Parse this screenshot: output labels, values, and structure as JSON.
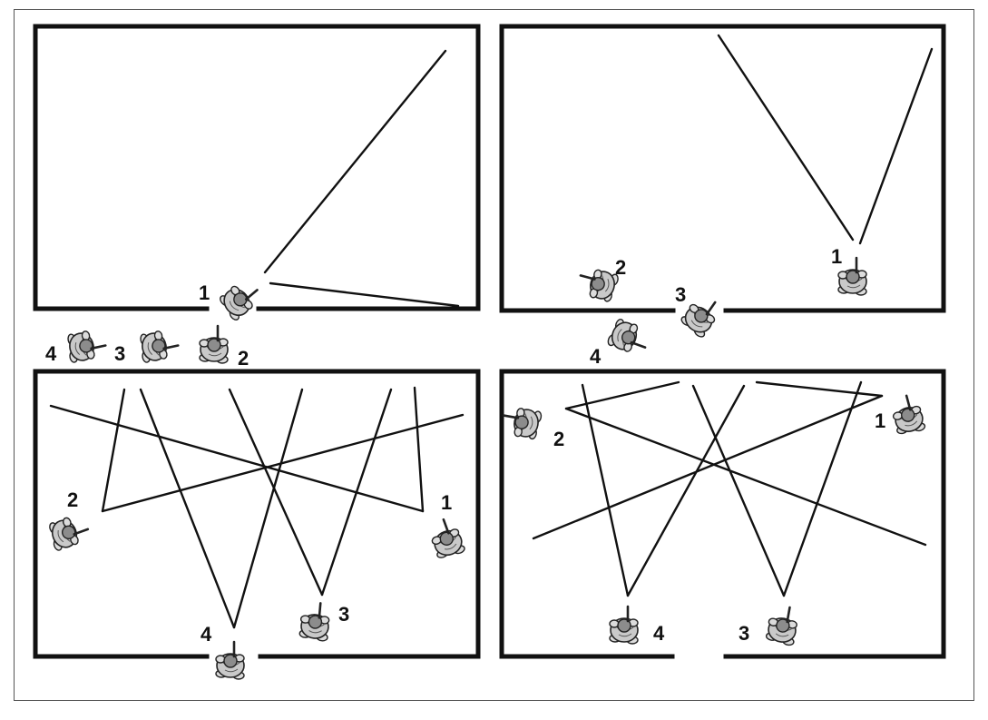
{
  "colors": {
    "ink": "#111111",
    "frame": "#555555",
    "background": "#ffffff",
    "soldier_fill": "#c9c9c9"
  },
  "panels": [
    {
      "id": "top-left",
      "labels": [
        "1",
        "2",
        "3",
        "4"
      ]
    },
    {
      "id": "top-right",
      "labels": [
        "1",
        "2",
        "3",
        "4"
      ]
    },
    {
      "id": "bottom-left",
      "labels": [
        "1",
        "2",
        "3",
        "4"
      ]
    },
    {
      "id": "bottom-right",
      "labels": [
        "1",
        "2",
        "3",
        "4"
      ]
    }
  ]
}
